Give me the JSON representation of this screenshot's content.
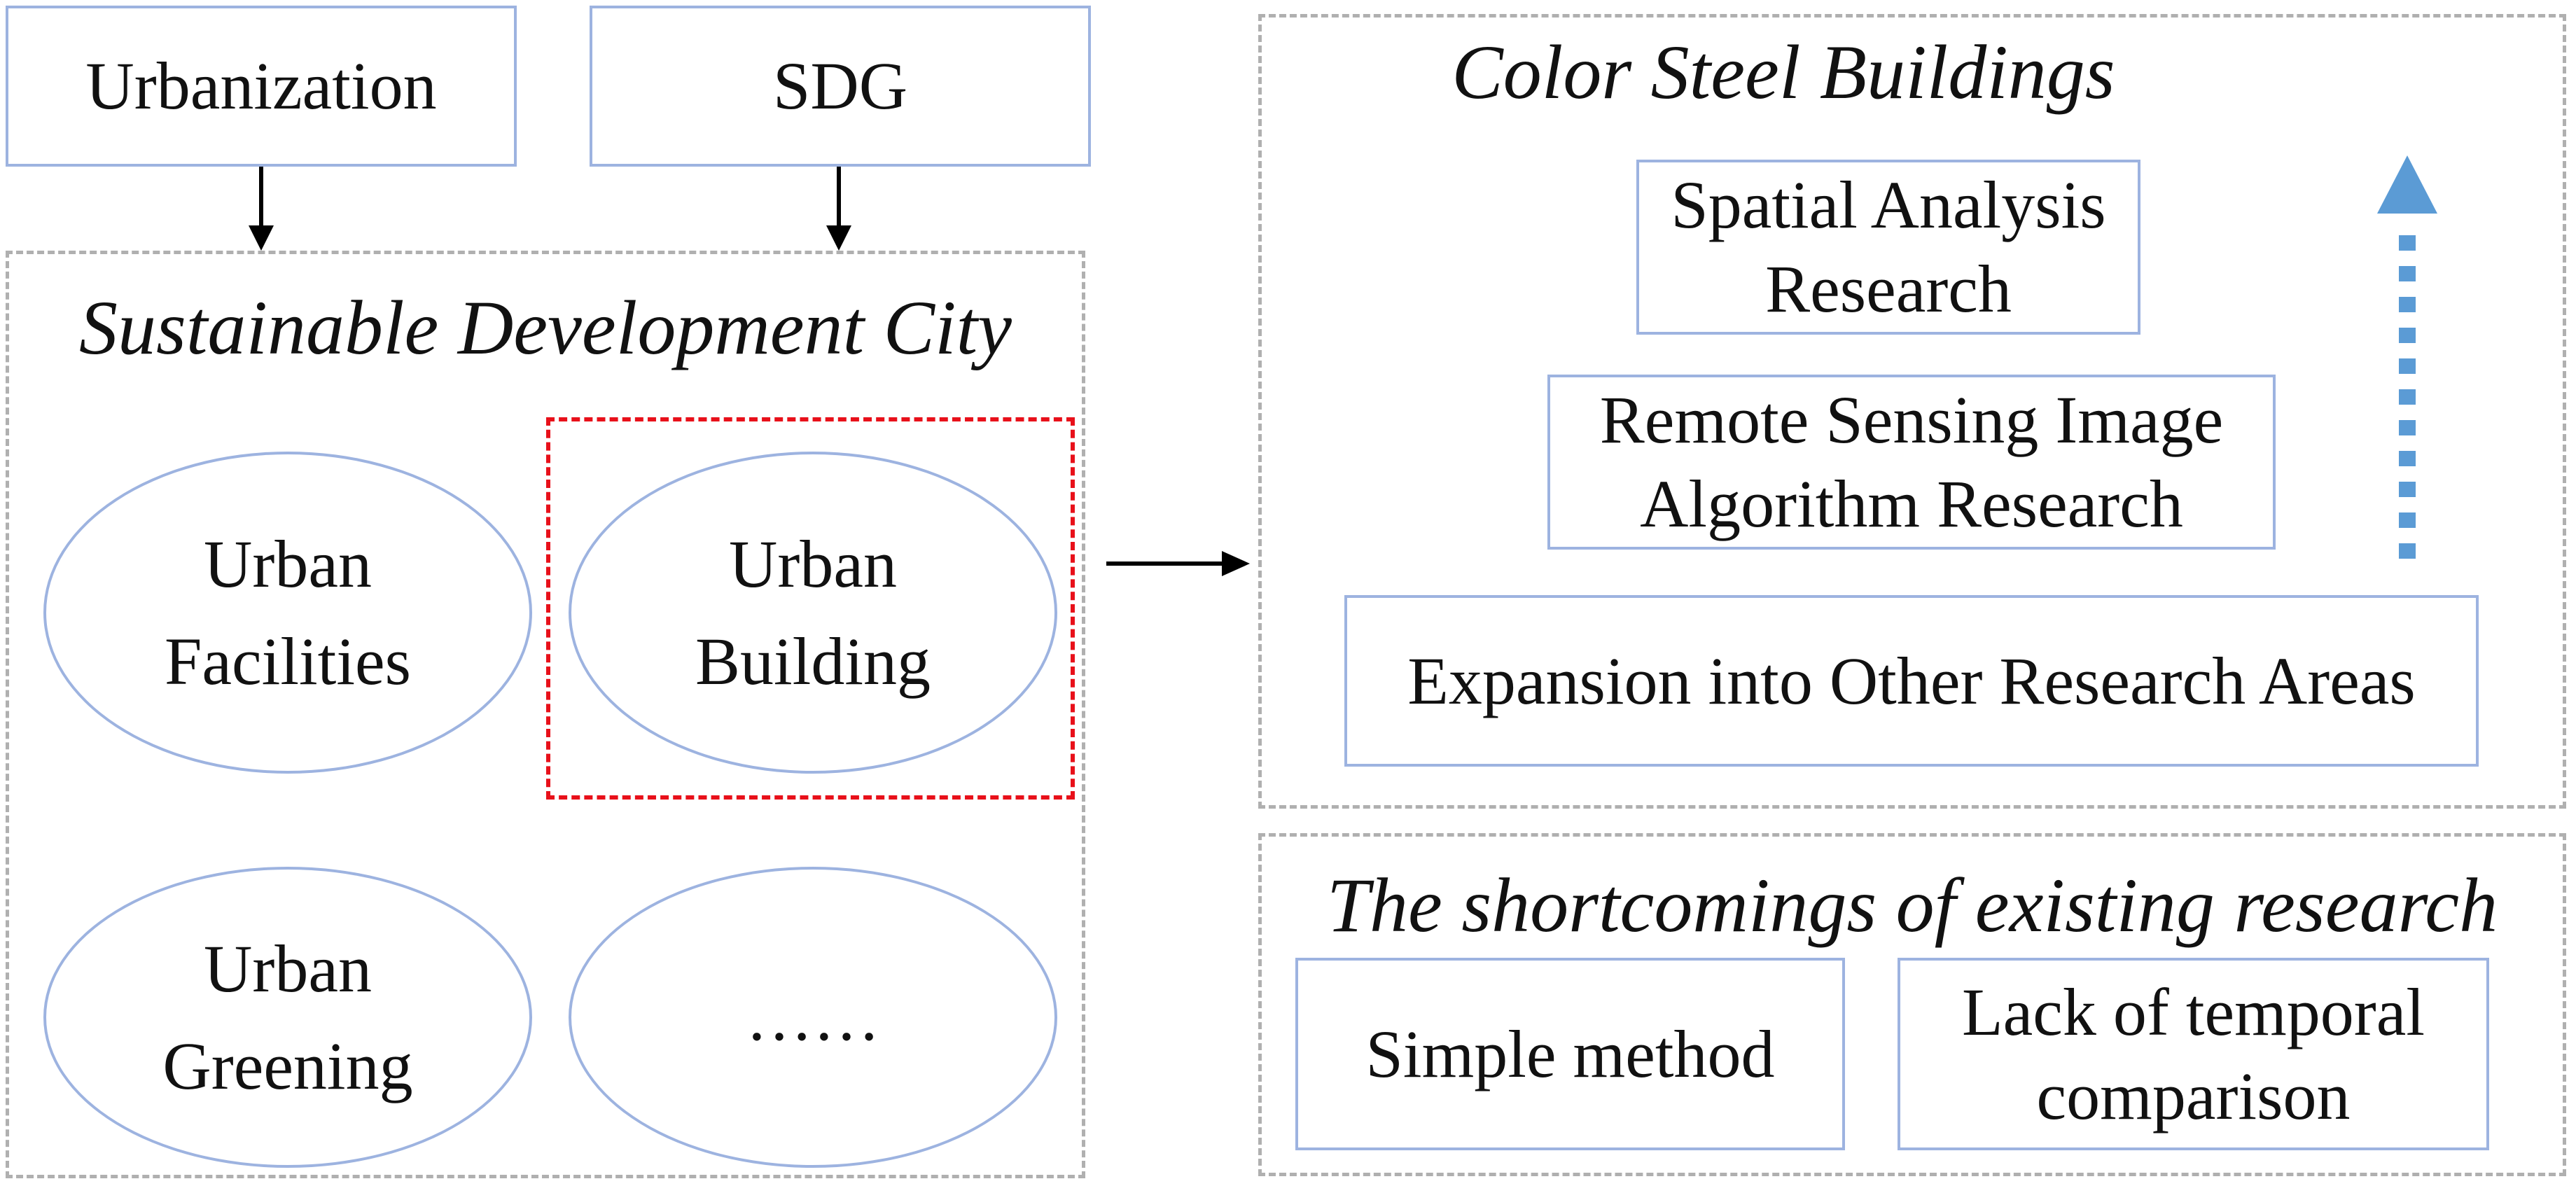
{
  "top_boxes": {
    "urbanization": "Urbanization",
    "sdg": "SDG"
  },
  "left_panel": {
    "title": "Sustainable Development City",
    "ellipses": {
      "urban_facilities": "Urban\nFacilities",
      "urban_building": "Urban\nBuilding",
      "urban_greening": "Urban\nGreening",
      "more": "……"
    }
  },
  "right_top_panel": {
    "title": "Color Steel Buildings",
    "boxes": {
      "spatial_analysis": "Spatial Analysis\nResearch",
      "remote_sensing": "Remote Sensing Image\nAlgorithm Research",
      "expansion": "Expansion into Other Research Areas"
    }
  },
  "right_bottom_panel": {
    "title": "The shortcomings of existing research",
    "boxes": {
      "simple_method": "Simple method",
      "lack_temporal": "Lack of temporal\ncomparison"
    }
  },
  "colors": {
    "box_border": "#9db3e0",
    "dashed_panel": "#b0b0b0",
    "highlight_dash": "#e8101a",
    "progress_arrow": "#5b9bd5",
    "arrow": "#000000"
  }
}
